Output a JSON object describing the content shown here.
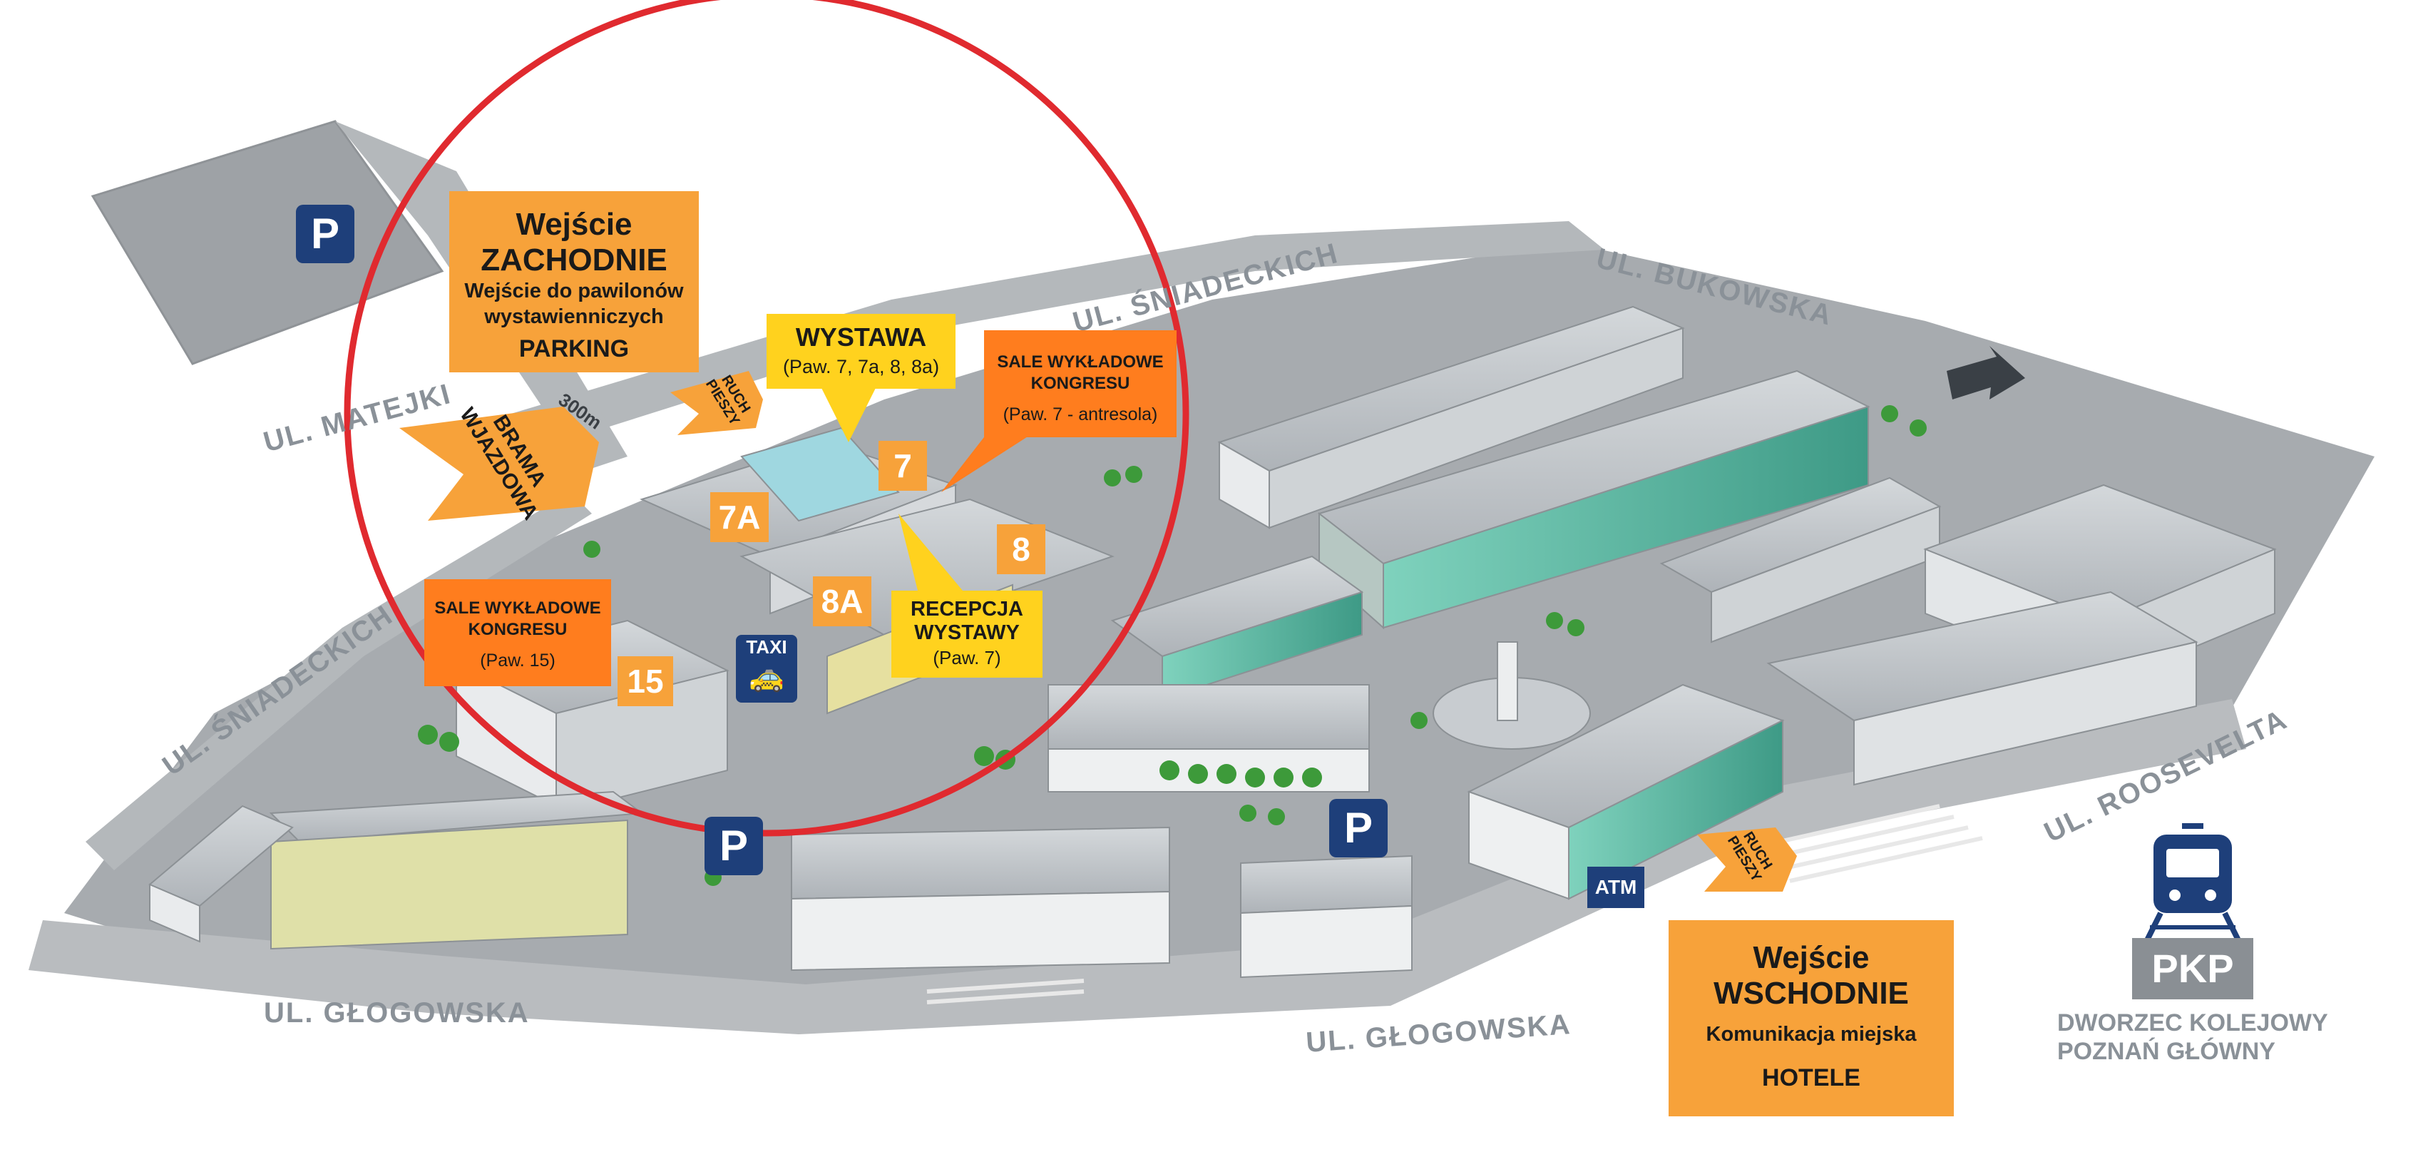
{
  "colors": {
    "orange": "#f7a23a",
    "dark_orange": "#ff7d1e",
    "yellow": "#ffd21e",
    "navy": "#1e3f7a",
    "red_circle": "#e02a2f",
    "ground": "#a9adb1",
    "roof": "#c7cbcf",
    "glass": "#6fc2b0"
  },
  "streets": {
    "matejki": "UL. MATEJKI",
    "sniadeckich_top": "UL. ŚNIADECKICH",
    "sniadeckich_left": "UL. ŚNIADECKICH",
    "bukowska": "UL. BUKOWSKA",
    "roosevelta": "UL. ROOSEVELTA",
    "glogowska_left": "UL. GŁOGOWSKA",
    "glogowska_right": "UL. GŁOGOWSKA"
  },
  "distance": "300m",
  "west_entrance": {
    "line1": "Wejście",
    "line2": "ZACHODNIE",
    "line3": "Wejście do pawilonów",
    "line4": "wystawienniczych",
    "line5": "PARKING"
  },
  "east_entrance": {
    "line1": "Wejście",
    "line2": "WSCHODNIE",
    "line3": "Komunikacja miejska",
    "line4": "HOTELE"
  },
  "wystawa": {
    "title": "WYSTAWA",
    "sub": "(Paw. 7, 7a, 8, 8a)"
  },
  "sale_top": {
    "line1": "SALE WYKŁADOWE",
    "line2": "KONGRESU",
    "sub": "(Paw. 7 - antresola)"
  },
  "sale_left": {
    "line1": "SALE WYKŁADOWE",
    "line2": "KONGRESU",
    "sub": "(Paw. 15)"
  },
  "recepcja": {
    "line1": "RECEPCJA",
    "line2": "WYSTAWY",
    "sub": "(Paw. 7)"
  },
  "pavilions": {
    "p7": "7",
    "p7a": "7A",
    "p8": "8",
    "p8a": "8A",
    "p15": "15"
  },
  "gate": {
    "line1": "BRAMA",
    "line2": "WJAZDOWA"
  },
  "pedestrian": {
    "line1": "RUCH",
    "line2": "PIESZY"
  },
  "parking_symbol": "P",
  "taxi": "TAXI",
  "atm": "ATM",
  "pkp": {
    "logo": "PKP",
    "line1": "DWORZEC KOLEJOWY",
    "line2": "POZNAŃ GŁÓWNY"
  },
  "icons": [
    "parking-icon",
    "taxi-icon",
    "train-icon",
    "direction-arrow-icon",
    "atm-icon"
  ]
}
